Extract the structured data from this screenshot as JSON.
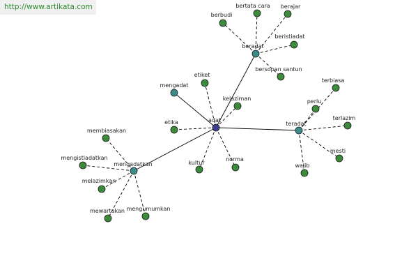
{
  "watermark": "http://www.artikata.com",
  "colors": {
    "hub": "#3f3f8f",
    "hub_secondary": "#3c8c8c",
    "leaf": "#3c8a3c",
    "edge": "#000000"
  },
  "graph": {
    "nodes": [
      {
        "id": "adat",
        "label": "adat",
        "kind": "hub"
      },
      {
        "id": "beradat",
        "label": "beradat",
        "kind": "secondary"
      },
      {
        "id": "teradat",
        "label": "teradat",
        "kind": "secondary"
      },
      {
        "id": "mengadatkan",
        "label": "mengadatkan",
        "kind": "secondary"
      },
      {
        "id": "mengadat",
        "label": "mengadat",
        "kind": "secondary"
      },
      {
        "id": "berbudi",
        "label": "berbudi",
        "kind": "leaf"
      },
      {
        "id": "bertata-cara",
        "label": "bertata cara",
        "kind": "leaf"
      },
      {
        "id": "berajar",
        "label": "berajar",
        "kind": "leaf"
      },
      {
        "id": "beristiadat",
        "label": "beristiadat",
        "kind": "leaf"
      },
      {
        "id": "bersopan-santun",
        "label": "bersopan santun",
        "kind": "leaf"
      },
      {
        "id": "etiket",
        "label": "etiket",
        "kind": "leaf"
      },
      {
        "id": "kelaziman",
        "label": "kelaziman",
        "kind": "leaf"
      },
      {
        "id": "etika",
        "label": "etika",
        "kind": "leaf"
      },
      {
        "id": "kultur",
        "label": "kultur",
        "kind": "leaf"
      },
      {
        "id": "norma",
        "label": "norma",
        "kind": "leaf"
      },
      {
        "id": "terbiasa",
        "label": "terbiasa",
        "kind": "leaf"
      },
      {
        "id": "perlu",
        "label": "perlu",
        "kind": "leaf"
      },
      {
        "id": "terlazim",
        "label": "terlazim",
        "kind": "leaf"
      },
      {
        "id": "mesti",
        "label": "mesti",
        "kind": "leaf"
      },
      {
        "id": "wajib",
        "label": "wajib",
        "kind": "leaf"
      },
      {
        "id": "membiasakan",
        "label": "membiasakan",
        "kind": "leaf"
      },
      {
        "id": "mengistiadatkan",
        "label": "mengistiadatkan",
        "kind": "leaf"
      },
      {
        "id": "melazimkan",
        "label": "melazimkan",
        "kind": "leaf"
      },
      {
        "id": "mewartakan",
        "label": "mewartakan",
        "kind": "leaf"
      },
      {
        "id": "mengumumkan",
        "label": "mengumumkan",
        "kind": "leaf"
      }
    ],
    "edges": [
      {
        "from": "adat",
        "to": "beradat",
        "style": "solid"
      },
      {
        "from": "adat",
        "to": "teradat",
        "style": "solid"
      },
      {
        "from": "adat",
        "to": "mengadatkan",
        "style": "solid"
      },
      {
        "from": "adat",
        "to": "mengadat",
        "style": "solid"
      },
      {
        "from": "adat",
        "to": "etiket",
        "style": "dashed"
      },
      {
        "from": "adat",
        "to": "kelaziman",
        "style": "dashed"
      },
      {
        "from": "adat",
        "to": "etika",
        "style": "dashed"
      },
      {
        "from": "adat",
        "to": "kultur",
        "style": "dashed"
      },
      {
        "from": "adat",
        "to": "norma",
        "style": "dashed"
      },
      {
        "from": "beradat",
        "to": "berbudi",
        "style": "dashed"
      },
      {
        "from": "beradat",
        "to": "bertata-cara",
        "style": "dashed"
      },
      {
        "from": "beradat",
        "to": "berajar",
        "style": "dashed"
      },
      {
        "from": "beradat",
        "to": "beristiadat",
        "style": "dashed"
      },
      {
        "from": "beradat",
        "to": "bersopan-santun",
        "style": "dashed"
      },
      {
        "from": "teradat",
        "to": "terbiasa",
        "style": "dashed"
      },
      {
        "from": "teradat",
        "to": "perlu",
        "style": "dashed"
      },
      {
        "from": "teradat",
        "to": "terlazim",
        "style": "dashed"
      },
      {
        "from": "teradat",
        "to": "mesti",
        "style": "dashed"
      },
      {
        "from": "teradat",
        "to": "wajib",
        "style": "dashed"
      },
      {
        "from": "mengadatkan",
        "to": "membiasakan",
        "style": "dashed"
      },
      {
        "from": "mengadatkan",
        "to": "mengistiadatkan",
        "style": "dashed"
      },
      {
        "from": "mengadatkan",
        "to": "melazimkan",
        "style": "dashed"
      },
      {
        "from": "mengadatkan",
        "to": "mewartakan",
        "style": "dashed"
      },
      {
        "from": "mengadatkan",
        "to": "mengumumkan",
        "style": "dashed"
      }
    ]
  }
}
